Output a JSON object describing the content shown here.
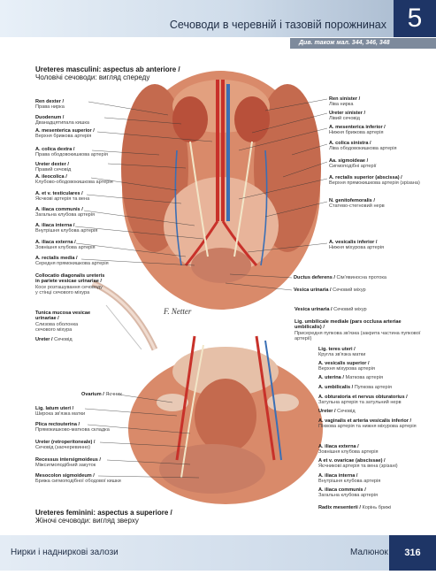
{
  "header": {
    "title": "Сечоводи в черевній і тазовій порожнинах",
    "chapter": "5",
    "see_also": "Див. також мал. 344, 346, 348"
  },
  "section_male": {
    "title": "Ureteres masculini: aspectus ab anteriore /",
    "subtitle": "Чоловічі сечоводи: вигляд спереду"
  },
  "section_female": {
    "title": "Ureteres feminini: aspectus a superiore /",
    "subtitle": "Жіночі сечоводи: вигляд зверху"
  },
  "labels_top_left": [
    {
      "la": "Ren dexter /",
      "uk": "Права нирка"
    },
    {
      "la": "Duodenum /",
      "uk": "Дванадцятипала кишка"
    },
    {
      "la": "A. mesenterica superior /",
      "uk": "Верхня брижова артерія"
    },
    {
      "la": "A. colica dextra /",
      "uk": "Права ободовокишкова артерія"
    },
    {
      "la": "Ureter dexter /",
      "uk": "Правий сечовід"
    },
    {
      "la": "A. ileocolica /",
      "uk": "Клубово-ободовокишкова артерія"
    },
    {
      "la": "A. et v. testiculares /",
      "uk": "Яєчкові артерія та вена"
    },
    {
      "la": "A. iliaca communis /",
      "uk": "Загальна клубова артерія"
    },
    {
      "la": "A. iliaca interna /",
      "uk": "Внутрішня клубова артерія"
    },
    {
      "la": "A. iliaca externa /",
      "uk": "Зовнішня клубова артерія"
    },
    {
      "la": "A. rectalis media /",
      "uk": "Середня прямокишкова артерія"
    }
  ],
  "labels_top_right": [
    {
      "la": "Ren sinister /",
      "uk": "Ліва нирка"
    },
    {
      "la": "Ureter sinister /",
      "uk": "Лівий сечовід"
    },
    {
      "la": "A. mesenterica inferior /",
      "uk": "Нижня брижова артерія"
    },
    {
      "la": "A. colica sinistra /",
      "uk": "Ліва ободовокишкова артерія"
    },
    {
      "la": "Aa. sigmoideae /",
      "uk": "Сигмоподібні артерії"
    },
    {
      "la": "A. rectalis superior (abscissa) /",
      "uk": "Верхня прямокишкова артерія (зрізана)"
    },
    {
      "la": "N. genitofemoralis /",
      "uk": "Статево-стегновий нерв"
    },
    {
      "la": "A. vesicalis inferior /",
      "uk": "Нижня міхурова артерія"
    },
    {
      "la": "Ductus deferens /",
      "uk": "Сім'явиносна протока"
    },
    {
      "la": "Vesica urinaria /",
      "uk": "Сечовий міхур"
    }
  ],
  "labels_middle_left": [
    {
      "la": "Collocatio diagonalis ureteris in pariete vesicae urinariae /",
      "uk": "Косе розташування сечоводу у стінці сечового міхура"
    },
    {
      "la": "Tunica mucosa vesicae urinariae /",
      "uk": "Слизова оболонка сечового міхура"
    },
    {
      "la": "Ureter /",
      "uk": "Сечовід"
    }
  ],
  "labels_bottom_left": [
    {
      "la": "Ovarium /",
      "uk": "Яєчник"
    },
    {
      "la": "Lig. latum uteri /",
      "uk": "Широка зв'язка матки"
    },
    {
      "la": "Plica rectouterina /",
      "uk": "Прямокишково-маткова складка"
    },
    {
      "la": "Ureter (retroperitoneale) /",
      "uk": "Сечовід (заочеревинно)"
    },
    {
      "la": "Recessus intersigmoideus /",
      "uk": "Міжсигмоподібний закуток"
    },
    {
      "la": "Mesocolon sigmoideum /",
      "uk": "Брижа сигмоподібної ободової кишки"
    }
  ],
  "labels_bottom_right": [
    {
      "la": "Vesica urinaria /",
      "uk": "Сечовий міхур"
    },
    {
      "la": "Lig. umbilicale mediale (pars occlusa arteriae umbilicalis) /",
      "uk": "Присередня пупкова зв'язка (закрита частина пупкової артерії)"
    },
    {
      "la": "Lig. teres uteri /",
      "uk": "Кругла зв'язка матки"
    },
    {
      "la": "A. vesicalis superior /",
      "uk": "Верхня міхурова артерія"
    },
    {
      "la": "A. uterina /",
      "uk": "Маткова артерія"
    },
    {
      "la": "A. umbilicalis /",
      "uk": "Пупкова артерія"
    },
    {
      "la": "A. obturatoria et nervus obturatorius /",
      "uk": "Затульна артерія та затульний нерв"
    },
    {
      "la": "Ureter /",
      "uk": "Сечовід"
    },
    {
      "la": "A. vaginalis et arteria vesicalis inferior /",
      "uk": "Піхвова артерія та нижня міхурова артерія"
    },
    {
      "la": "A. iliaca externa /",
      "uk": "Зовнішня клубова артерія"
    },
    {
      "la": "A et v. ovaricae (abscissae) /",
      "uk": "Яєчникові артерія та вена (зрізані)"
    },
    {
      "la": "A. iliaca interna /",
      "uk": "Внутрішня клубова артерія"
    },
    {
      "la": "A. iliaca communis /",
      "uk": "Загальна клубова артерія"
    },
    {
      "la": "Radix mesenterii /",
      "uk": "Корінь брижі"
    }
  ],
  "signature": "F. Netter",
  "footer": {
    "left": "Нирки і надниркові залози",
    "figure_word": "Малюнок",
    "page": "316"
  },
  "colors": {
    "accent": "#1e3566",
    "artery": "#c8312a",
    "vein": "#3a6fb5",
    "tissue": "#d98a6a"
  }
}
